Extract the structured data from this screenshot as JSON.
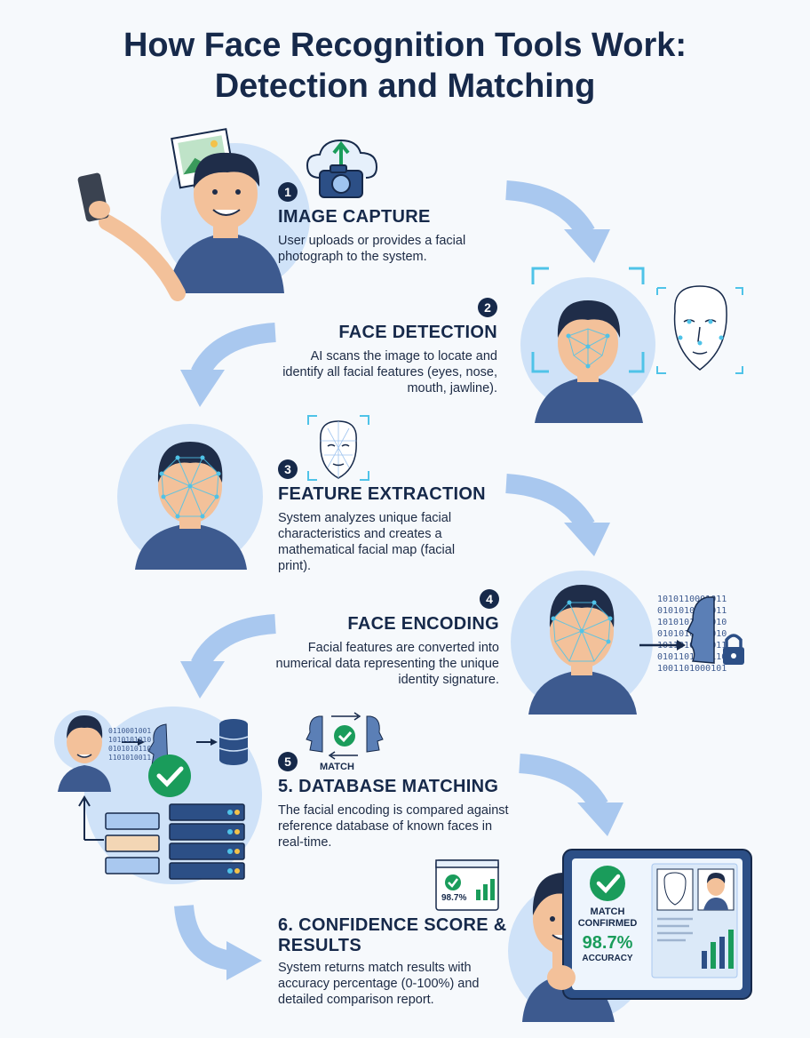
{
  "title": {
    "line1": "How Face Recognition Tools Work:",
    "line2": "Detection and Matching"
  },
  "steps": [
    {
      "number": "1",
      "heading": "IMAGE CAPTURE",
      "description": "User uploads or provides a facial photograph to the system."
    },
    {
      "number": "2",
      "heading": "FACE DETECTION",
      "description": "AI scans the image to locate and identify all facial features (eyes, nose, mouth, jawline)."
    },
    {
      "number": "3",
      "heading": "FEATURE EXTRACTION",
      "description": "System analyzes unique facial characteristics and creates a mathematical facial map (facial print)."
    },
    {
      "number": "4",
      "heading": "FACE ENCODING",
      "description": "Facial features are converted into numerical data representing the unique identity signature."
    },
    {
      "number": "5",
      "heading": "5. DATABASE MATCHING",
      "description": "The facial encoding is compared against reference database of known faces in real-time."
    },
    {
      "number": "",
      "heading": "6. CONFIDENCE SCORE & RESULTS",
      "description": "System returns match results with accuracy percentage (0-100%) and detailed comparison report."
    }
  ],
  "labels": {
    "match": "MATCH",
    "match_confirmed_1": "MATCH",
    "match_confirmed_2": "CONFIRMED",
    "accuracy_value": "98.7%",
    "accuracy_label": "ACCURACY",
    "mini_accuracy": "98.7%"
  },
  "binary": {
    "step4": "1010110001011\n0101010011011\n1010101011010\n0101010101010\n1011010110011\n0101101010110\n1001101000101",
    "step5": "0110001001\n1010101010\n0101010110\n1101010011"
  },
  "colors": {
    "navy": "#16294a",
    "light_blue": "#cfe2f8",
    "arrow_blue": "#a9c8ef",
    "accent_cyan": "#4fc3e8",
    "green": "#1a9c5b"
  }
}
